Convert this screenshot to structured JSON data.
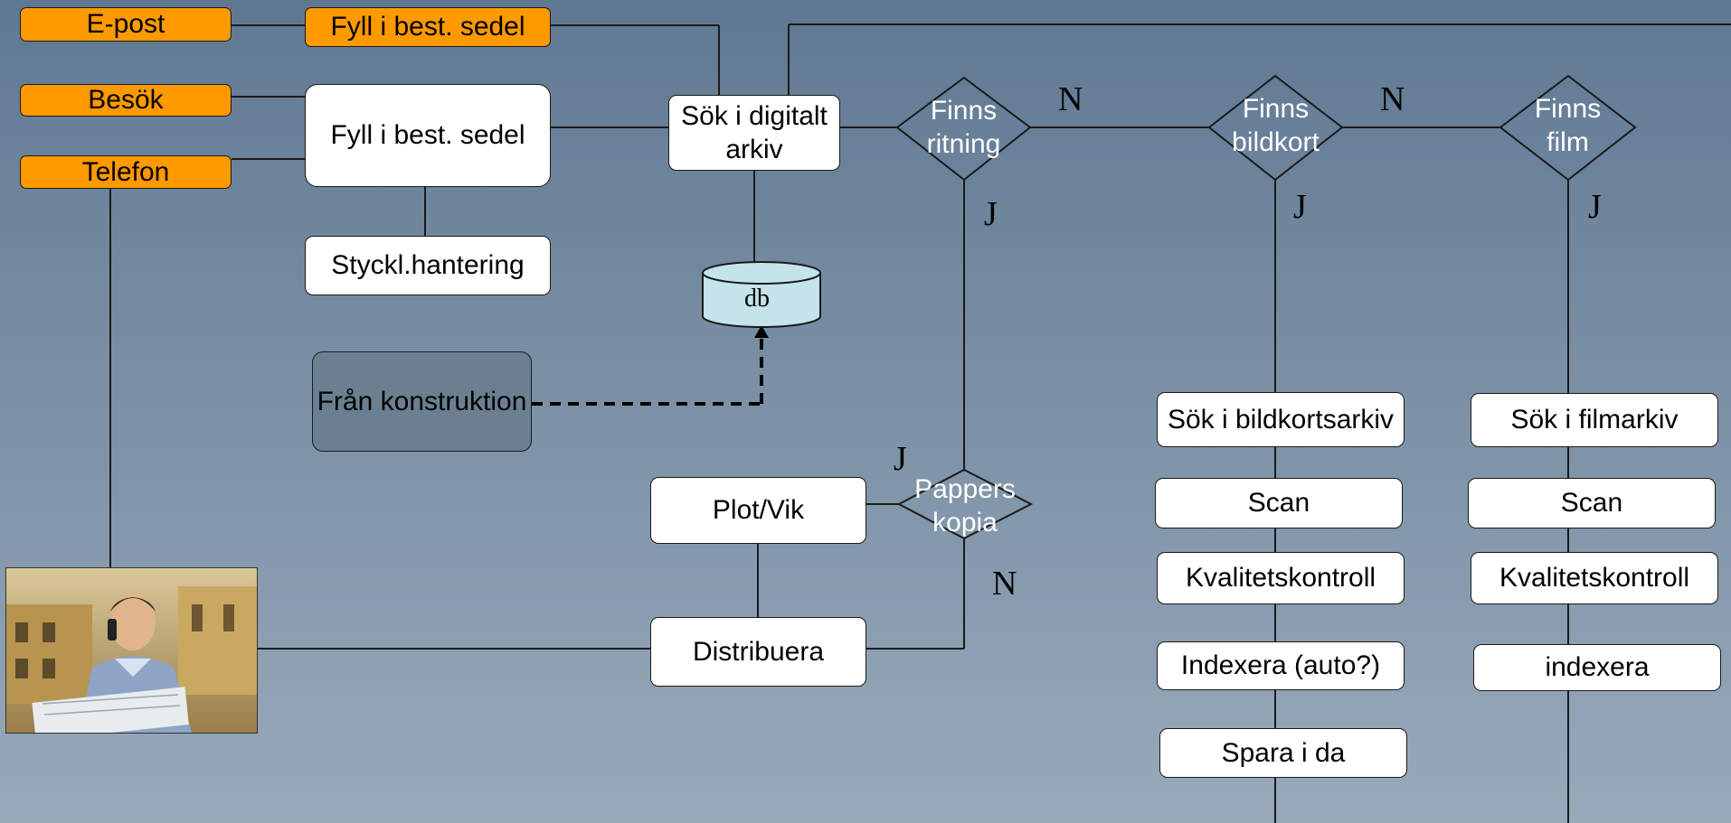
{
  "nodes": {
    "epost": "E-post",
    "besok": "Besök",
    "telefon": "Telefon",
    "fyll_top": "Fyll i best. sedel",
    "fyll_mid": "Fyll i best. sedel",
    "styckl": "Styckl.hantering",
    "sok_digitalt": "Sök i digitalt arkiv",
    "db": "db",
    "fran_konstruktion": "Från konstruktion",
    "plot_vik": "Plot/Vik",
    "distribuera": "Distribuera",
    "sok_bildkort": "Sök i bildkortsarkiv",
    "scan_1": "Scan",
    "kvalitet_1": "Kvalitetskontroll",
    "indexera_auto": "Indexera (auto?)",
    "spara_da": "Spara i da",
    "sok_film": "Sök i filmarkiv",
    "scan_2": "Scan",
    "kvalitet_2": "Kvalitetskontroll",
    "indexera_2": "indexera"
  },
  "decisions": {
    "finns_ritning": "Finns\nritning",
    "finns_bildkort": "Finns\nbildkort",
    "finns_film": "Finns\nfilm",
    "pappers_kopia": "Pappers\nkopia"
  },
  "flags": {
    "n1": "N",
    "n2": "N",
    "j_ritning": "J",
    "j_bildkort": "J",
    "j_film": "J",
    "j_pappers": "J",
    "n_pappers": "N"
  },
  "colors": {
    "orange": "#ff9900",
    "db_fill": "#c4e3ea",
    "line": "#1a1a1a"
  }
}
